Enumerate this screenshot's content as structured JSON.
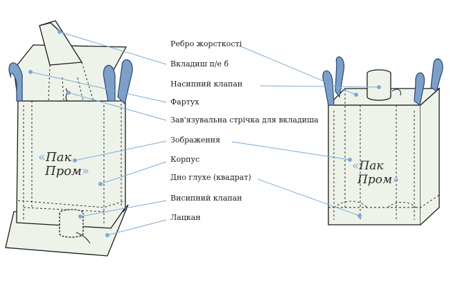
{
  "labels": {
    "rib": "Ребро жорсткості",
    "liner": "Вкладиш п/е б",
    "fill_valve": "Насипний клапан",
    "apron": "Фартух",
    "tie_tape": "Зав'язувальна стрічка для вкладиша",
    "image": "Зображення",
    "body": "Корпус",
    "bottom": "Дно глухе (квадрат)",
    "discharge_valve": "Висипний клапан",
    "lapel": "Лацкан"
  },
  "logo": {
    "line1": "Пак",
    "line2": "Пром",
    "open_quote": "«",
    "close_quote": "»"
  },
  "colors": {
    "outline": "#1a1a1a",
    "bag_fill": "#eef3ea",
    "strap_fill": "#7d9fc8",
    "strap_outline": "#2e4f78",
    "leader": "#7fa8d8",
    "quote": "#7aa0cc"
  }
}
